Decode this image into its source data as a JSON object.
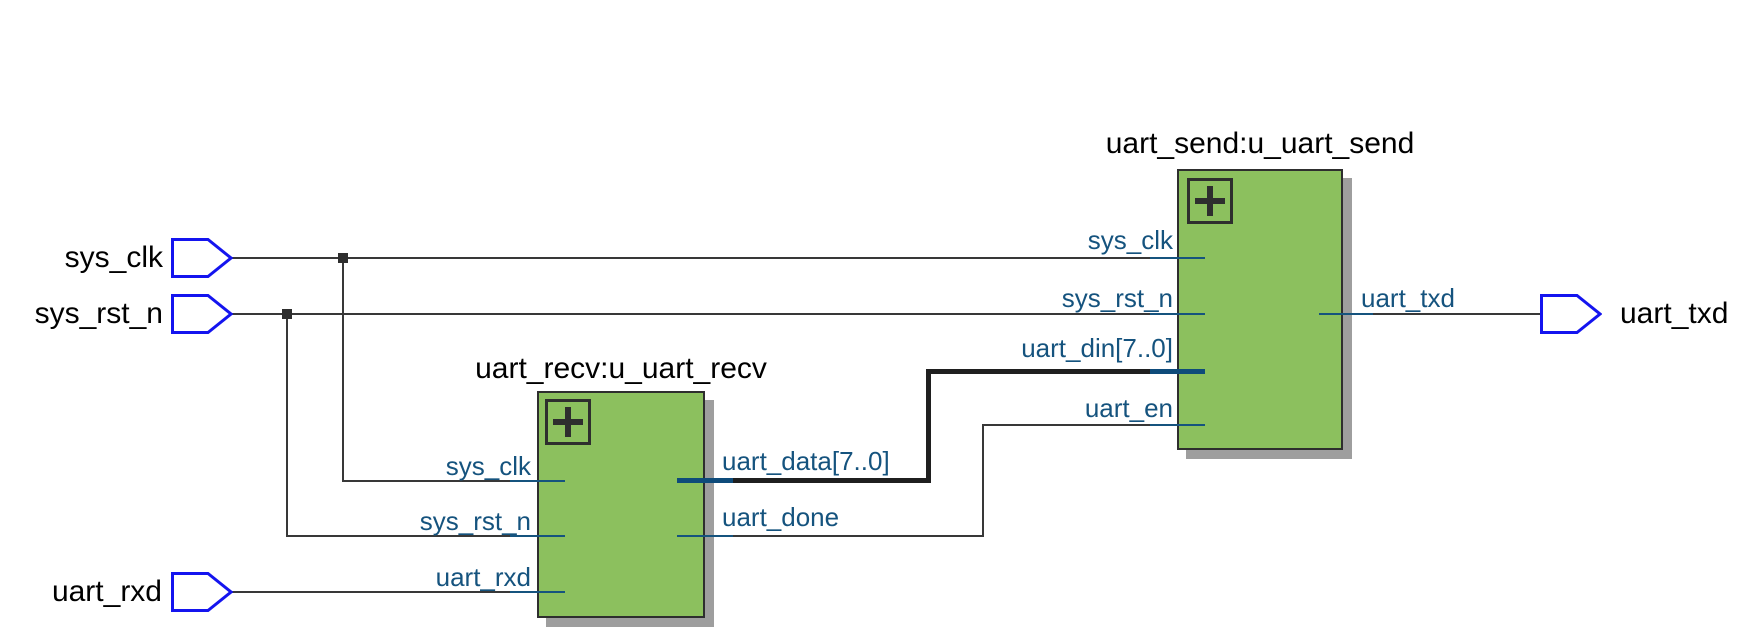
{
  "app": {
    "view": "rtl-schematic",
    "background": "#ffffff"
  },
  "colors": {
    "block_fill": "#8cc05e",
    "block_border": "#2e2e2e",
    "block_shadow": "#9e9e9e",
    "wire": "#383838",
    "bus": "#1f1f1f",
    "bus_stub": "#0e4b7a",
    "port_stub": "#15537e",
    "port_text": "#15537e",
    "pin_symbol_outline": "#1414ef",
    "pin_text": "#000000"
  },
  "pins": {
    "inputs": [
      {
        "label": "sys_clk"
      },
      {
        "label": "sys_rst_n"
      },
      {
        "label": "uart_rxd"
      }
    ],
    "outputs": [
      {
        "label": "uart_txd"
      }
    ]
  },
  "blocks": [
    {
      "name": "uart_recv",
      "title": "uart_recv:u_uart_recv",
      "expand_icon": "plus",
      "left_ports": [
        {
          "label": "sys_clk"
        },
        {
          "label": "sys_rst_n"
        },
        {
          "label": "uart_rxd"
        }
      ],
      "right_ports": [
        {
          "label": "uart_data[7..0]",
          "bus": true
        },
        {
          "label": "uart_done",
          "bus": false
        }
      ]
    },
    {
      "name": "uart_send",
      "title": "uart_send:u_uart_send",
      "expand_icon": "plus",
      "left_ports": [
        {
          "label": "sys_clk"
        },
        {
          "label": "sys_rst_n"
        },
        {
          "label": "uart_din[7..0]",
          "bus": true
        },
        {
          "label": "uart_en"
        }
      ],
      "right_ports": [
        {
          "label": "uart_txd",
          "bus": false
        }
      ]
    }
  ],
  "nets": [
    {
      "name": "sys_clk",
      "from": "input sys_clk",
      "to": [
        "uart_recv.sys_clk",
        "uart_send.sys_clk"
      ]
    },
    {
      "name": "sys_rst_n",
      "from": "input sys_rst_n",
      "to": [
        "uart_recv.sys_rst_n",
        "uart_send.sys_rst_n"
      ]
    },
    {
      "name": "uart_rxd",
      "from": "input uart_rxd",
      "to": [
        "uart_recv.uart_rxd"
      ]
    },
    {
      "name": "uart_data",
      "from": "uart_recv.uart_data[7..0]",
      "to": [
        "uart_send.uart_din[7..0]"
      ],
      "bus": true
    },
    {
      "name": "uart_done",
      "from": "uart_recv.uart_done",
      "to": [
        "uart_send.uart_en"
      ]
    },
    {
      "name": "uart_txd",
      "from": "uart_send.uart_txd",
      "to": [
        "output uart_txd"
      ]
    }
  ]
}
